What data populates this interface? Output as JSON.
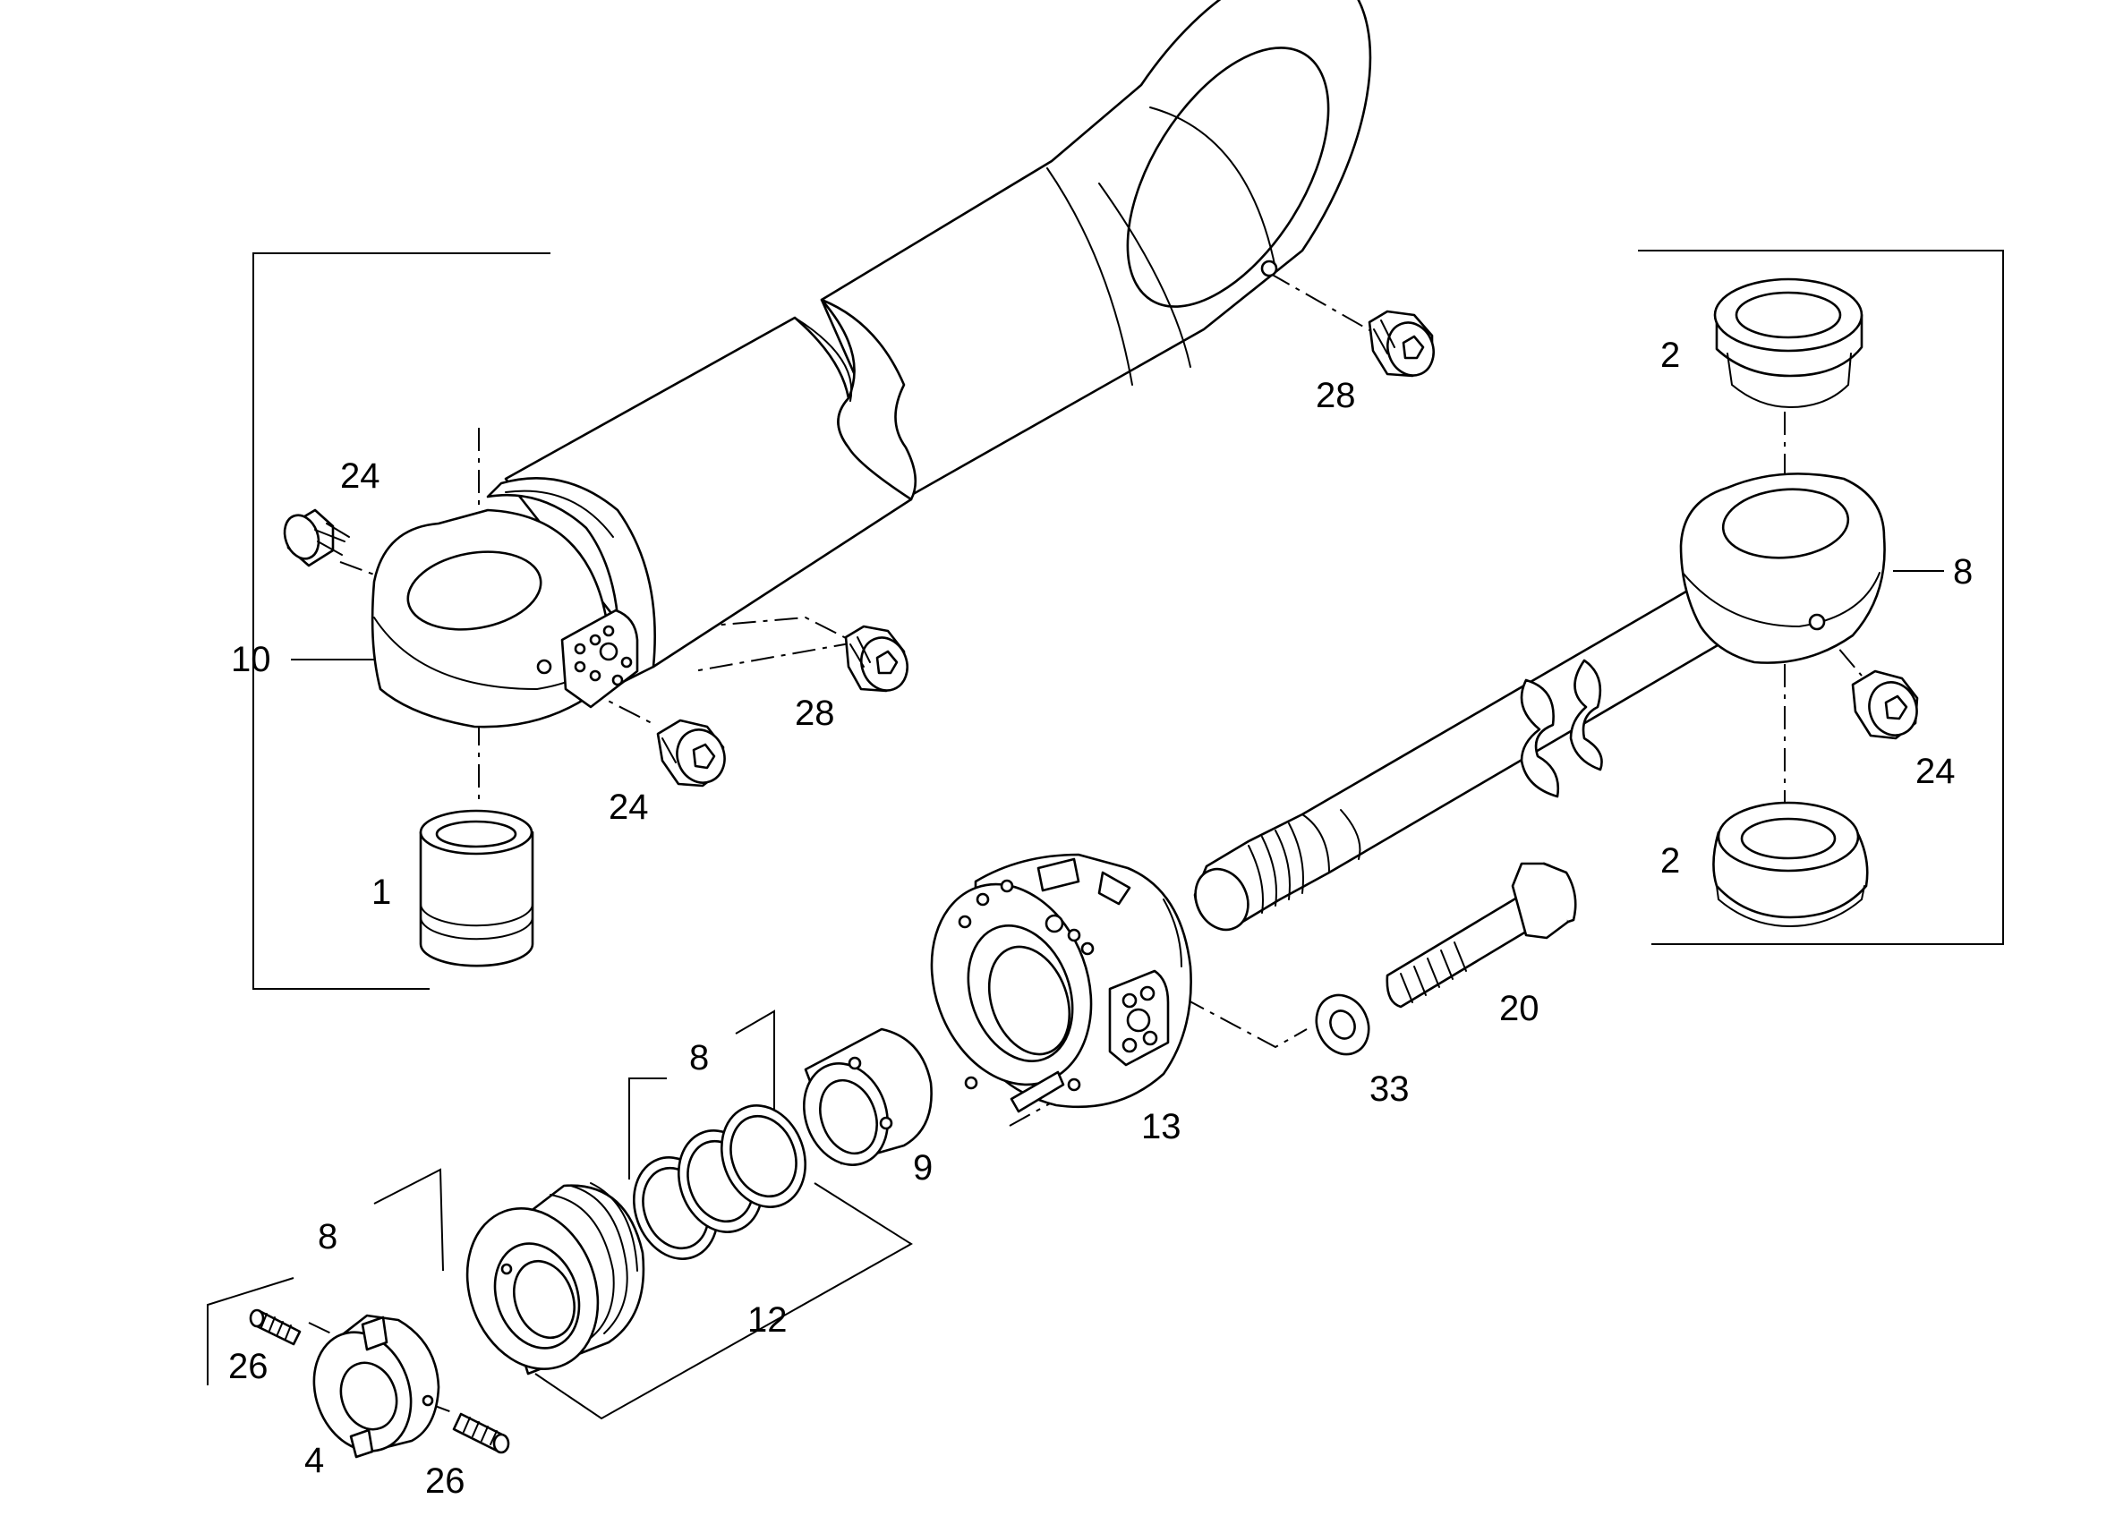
{
  "callouts": {
    "bracket_left": "10",
    "bush_1": "1",
    "screw_24_upper": "24",
    "screw_28_center": "28",
    "screw_24_lower": "24",
    "screw_28_top": "28",
    "bearing_2_top": "2",
    "bearing_2_bottom": "2",
    "bracket_right": "8",
    "screw_24_right": "24",
    "bolt_20": "20",
    "washer_33": "33",
    "cylinder_head_13": "13",
    "guide_ring_9": "9",
    "seal_kit_8_middle": "8",
    "piston_12": "12",
    "seal_kit_8_lower": "8",
    "grub_screw_26_upper": "26",
    "grub_screw_26_lower": "26",
    "nut_4": "4"
  }
}
